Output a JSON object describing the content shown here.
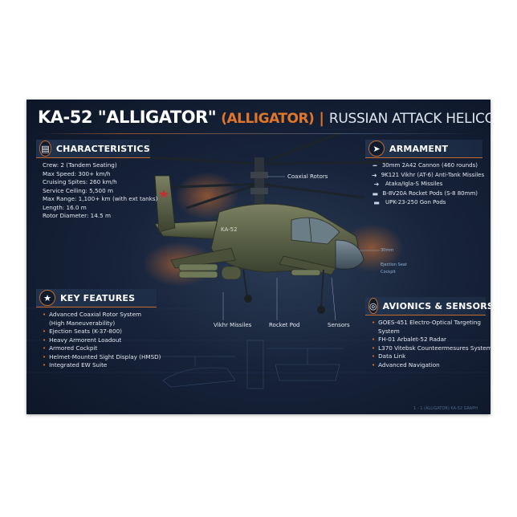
{
  "title": {
    "main": "KA-52 \"ALLIGATOR\"",
    "sub": "(ALLIGATOR)",
    "separator": "|",
    "desc": "RUSSIAN ATTACK HELICOPTER"
  },
  "characteristics": {
    "heading": "CHARACTERISTICS",
    "icon": "clipboard-icon",
    "lines": [
      "Crew: 2 (Tandem Seating)",
      "Max Speed: 300+ km/h",
      "Cruising Spites: 260 km/h",
      "Service Ceiling: 5,500 m",
      "Max Range: 1,100+ km (with ext tanks)",
      "Length: 16.0 m",
      "Rotor Diameter: 14.5 m"
    ]
  },
  "armament": {
    "heading": "ARMAMENT",
    "icon": "missile-icon",
    "items": [
      "30mm 2A42 Cannon (460 rounds)",
      "9K121 Vikhr (AT-6) Anti-Tank Missiles",
      "Ataka/Igla-S Missiles",
      "B-8V20A Rocket Pods (S-8 80mm)",
      "UPK-23-250 Gon Pods"
    ]
  },
  "key_features": {
    "heading": "KEY FEATURES",
    "icon": "star-icon",
    "items": [
      "Advanced Coaxial Rotor System",
      "(High Maneuverability)",
      "Ejection Seats (K-37-800)",
      "Heavy Armorent Loadout",
      "Armored Cockpit",
      "Helmet-Mounted Sight Display (HMSD)",
      "Integrated EW Suite"
    ]
  },
  "avionics": {
    "heading": "AVIONICS & SENSORS",
    "icon": "radar-icon",
    "items": [
      "GOES-451 Electro-Optical Targeting",
      "System",
      "FH-01 Arbalet-52 Radar",
      "L370 Vitebsk Counteermesures System",
      "Data Link",
      "Advanced Navigation"
    ]
  },
  "callouts": {
    "coaxial_rotors": "Coaxial Rotors",
    "vikhr_missiles": "Vikhr Missiles",
    "rocket_pod": "Rocket Pod",
    "sensors": "Sensors",
    "cannon": "30mm",
    "ejection_seat": "Ejection Seat",
    "cockpit": "Cockpit",
    "tail_code": "KA-52"
  },
  "footer": "1 - 1 (ALLIGATOR) KA-52 GRAPH",
  "colors": {
    "accent": "#e0762b",
    "background": "#17233a",
    "text": "#e4e9f0"
  }
}
